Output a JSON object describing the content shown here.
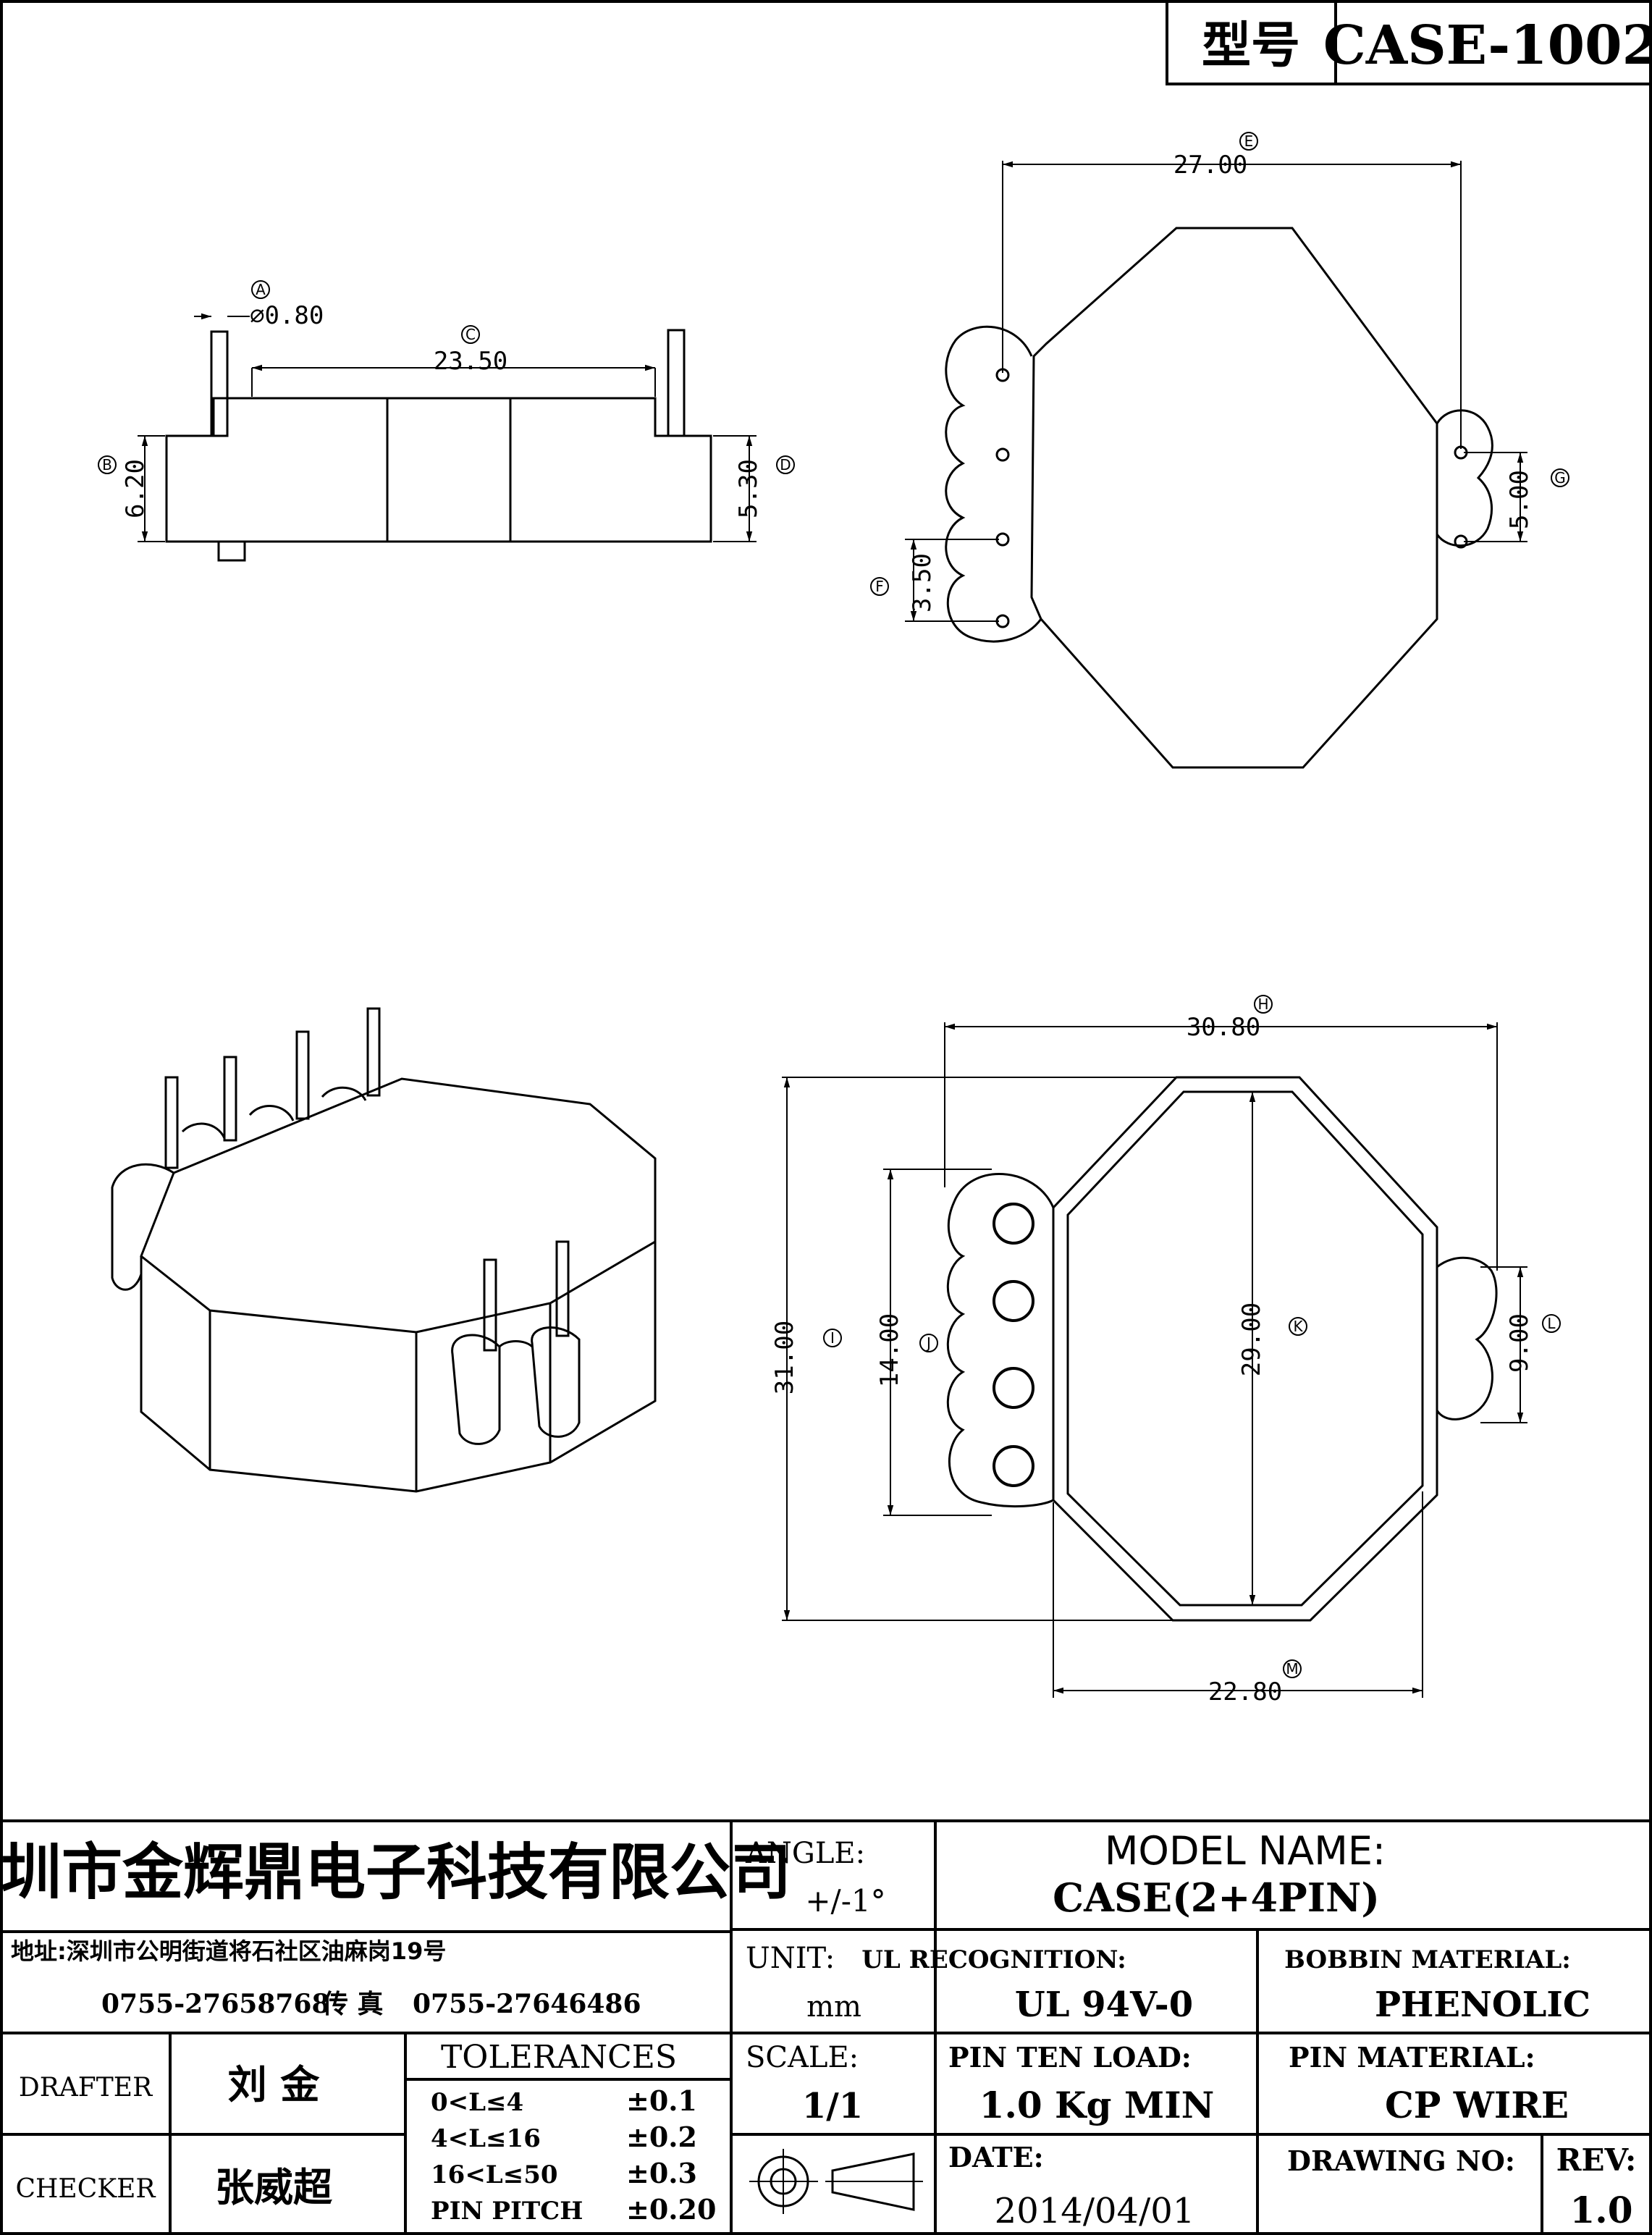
{
  "model_box": {
    "label": "型号",
    "value": "CASE-1002"
  },
  "top_view": {
    "dims": {
      "E": {
        "tag": "E",
        "value": "27.00"
      },
      "G": {
        "tag": "G",
        "value": "5.00"
      },
      "F": {
        "tag": "F",
        "value": "3.50"
      }
    }
  },
  "side_view": {
    "dims": {
      "A": {
        "tag": "A",
        "value": "⌀0.80"
      },
      "C": {
        "tag": "C",
        "value": "23.50"
      },
      "B": {
        "tag": "B",
        "value": "6.20"
      },
      "D": {
        "tag": "D",
        "value": "5.30"
      }
    }
  },
  "bottom_view": {
    "dims": {
      "H": {
        "tag": "H",
        "value": "30.80"
      },
      "I": {
        "tag": "I",
        "value": "31.00"
      },
      "J": {
        "tag": "J",
        "value": "14.00"
      },
      "K": {
        "tag": "K",
        "value": "29.00"
      },
      "L": {
        "tag": "L",
        "value": "9.00"
      },
      "M": {
        "tag": "M",
        "value": "22.80"
      }
    }
  },
  "title_block": {
    "company": "深圳市金辉鼎电子科技有限公司",
    "address": "地址:深圳市公明街道将石社区油麻岗19号",
    "phone": "0755-27658768",
    "fax_label": "传 真",
    "fax": "0755-27646486",
    "drafter_label": "DRAFTER",
    "drafter": "刘 金",
    "checker_label": "CHECKER",
    "checker": "张威超",
    "tolerances_title": "TOLERANCES",
    "tolerances": [
      {
        "range": "0<L≤4",
        "value": "±0.1"
      },
      {
        "range": "4<L≤16",
        "value": "±0.2"
      },
      {
        "range": "16<L≤50",
        "value": "±0.3"
      },
      {
        "range": "PIN PITCH",
        "value": "±0.20"
      }
    ],
    "angle_label": "ANGLE:",
    "angle_value": "+/-1°",
    "unit_label": "UNIT:",
    "unit_value": "mm",
    "scale_label": "SCALE:",
    "scale_value": "1/1",
    "model_name_label": "MODEL NAME:",
    "model_name": "CASE(2+4PIN)",
    "ul_label": "UL RECOGNITION:",
    "ul_value": "UL 94V-0",
    "bobbin_label": "BOBBIN MATERIAL:",
    "bobbin_value": "PHENOLIC",
    "pin_load_label": "PIN TEN LOAD:",
    "pin_load_value": "1.0 Kg MIN",
    "pin_material_label": "PIN MATERIAL:",
    "pin_material_value": "CP WIRE",
    "date_label": "DATE:",
    "date_value": "2014/04/01",
    "drawing_no_label": "DRAWING NO:",
    "drawing_no_value": "",
    "rev_label": "REV:",
    "rev_value": "1.0"
  }
}
